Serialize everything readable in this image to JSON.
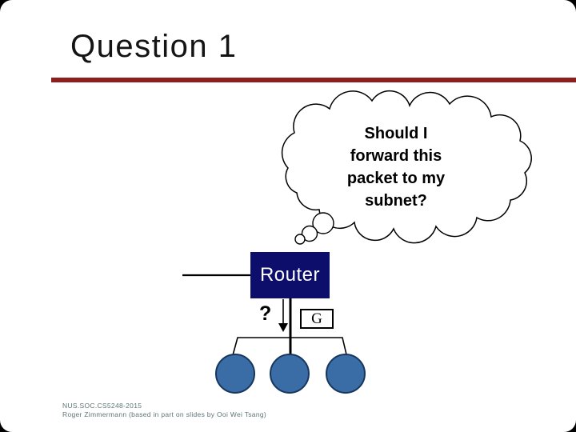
{
  "slide": {
    "title": "Question 1",
    "footer": {
      "line1": "NUS.SOC.CS5248-2015",
      "line2": "Roger Zimmermann (based in part on slides by Ooi Wei Tsang)"
    }
  },
  "thought_bubble": {
    "lines": [
      "Should I",
      "forward this",
      "packet to my",
      "subnet?"
    ]
  },
  "diagram": {
    "router_label": "Router",
    "question_mark": "?",
    "gateway_label": "G",
    "subnet_hosts_count": 3
  },
  "colors": {
    "accent_red": "#8e1e1e",
    "router_navy": "#0d0d6b",
    "host_fill": "#3a6ca6",
    "host_border": "#17365d",
    "footer_text": "#5f7575",
    "page_background": "#000000"
  }
}
